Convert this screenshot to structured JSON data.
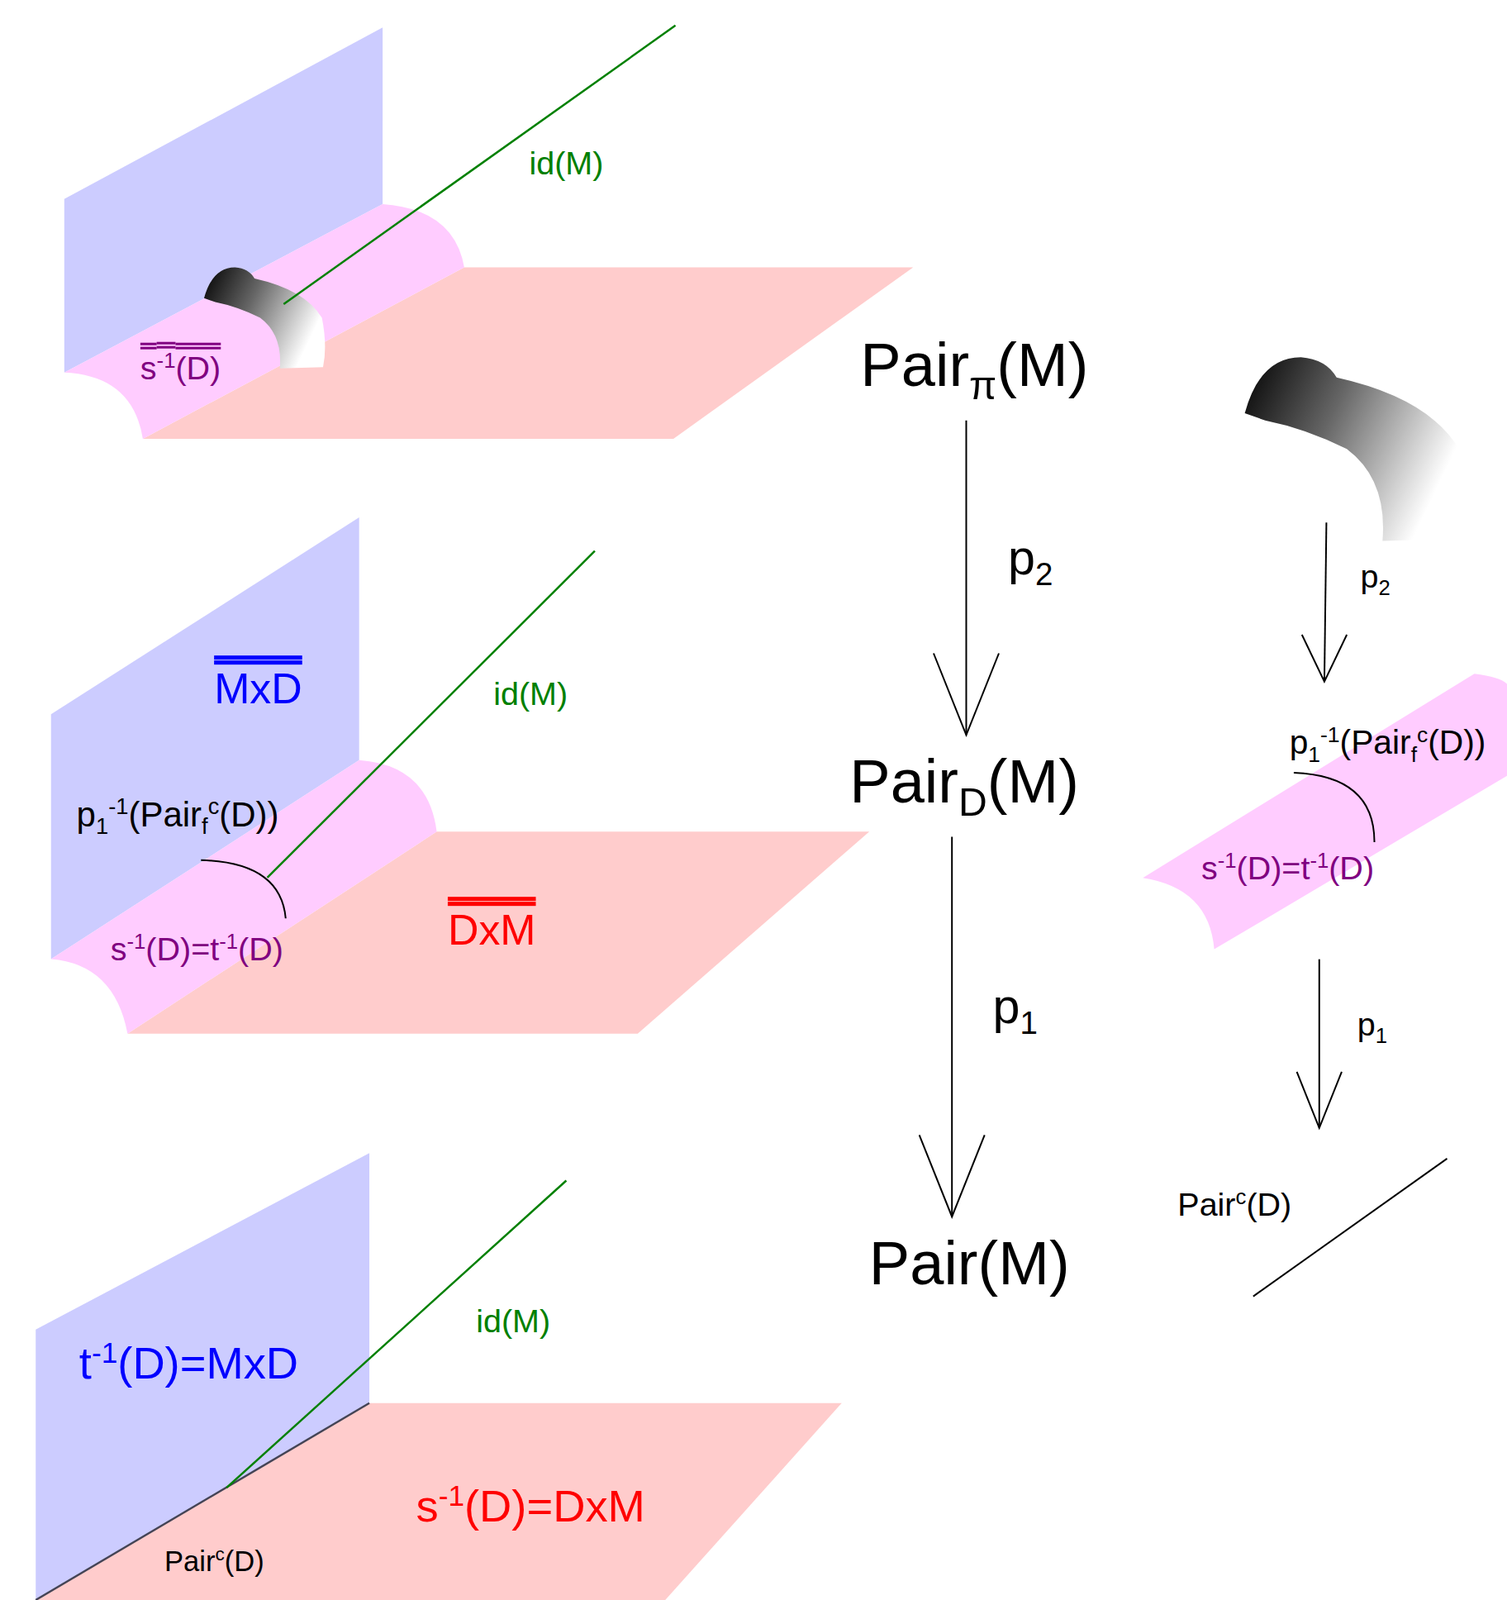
{
  "diagram": {
    "nodes": [
      {
        "text": [
          "Pairπ(M)"
        ]
      },
      {
        "text": [
          "PairD(M)"
        ]
      },
      {
        "text": [
          "Pair(M)"
        ]
      },
      {
        "text": [
          "p1-1(Pairfc(D))",
          "s-1(D)=t-1(D)"
        ]
      },
      {
        "text": [
          "Pairc(D)"
        ]
      }
    ],
    "edges": [
      {
        "from": 0,
        "to": 1,
        "arrow": "to",
        "label": "p2"
      },
      {
        "from": 1,
        "to": 2,
        "arrow": "to",
        "label": "p1"
      },
      {
        "from": 3,
        "to": 4,
        "arrow": "to",
        "label": "p1"
      }
    ],
    "labels": [
      "id(M)",
      "s-1(D)",
      "id(M)",
      "MxD",
      "p1-1(Pairfc(D))",
      "s-1(D)=t-1(D)",
      "DxM",
      "id(M)",
      "t-1(D)=MxD",
      "s-1(D)=DxM",
      "Pairc(D)",
      "p2"
    ]
  }
}
